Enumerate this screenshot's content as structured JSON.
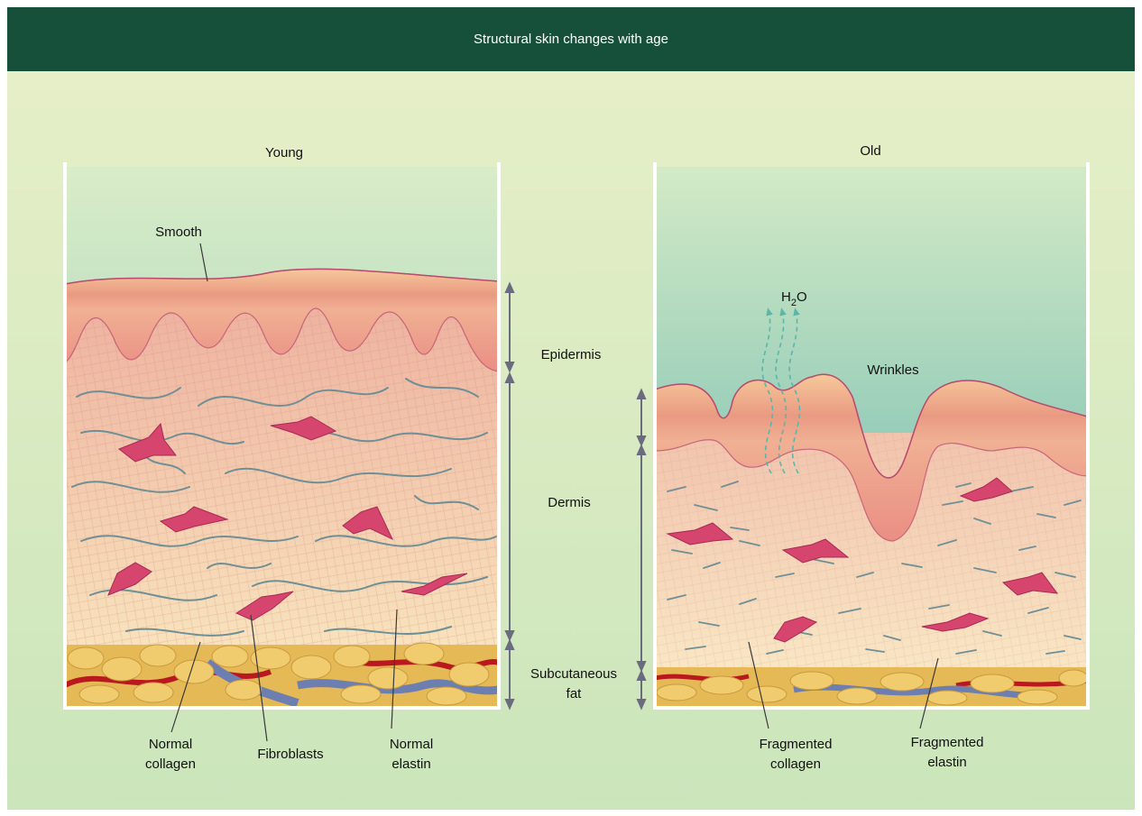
{
  "title": "Structural skin changes with age",
  "panels": {
    "young": {
      "label": "Young"
    },
    "old": {
      "label": "Old",
      "water": "H",
      "water_sub": "2",
      "water_tail": "O",
      "wrinkles": "Wrinkles"
    }
  },
  "labels": {
    "smooth": "Smooth",
    "epidermis": "Epidermis",
    "dermis": "Dermis",
    "subcutaneous_1": "Subcutaneous",
    "subcutaneous_2": "fat",
    "normal_collagen_1": "Normal",
    "normal_collagen_2": "collagen",
    "fibroblasts": "Fibroblasts",
    "normal_elastin_1": "Normal",
    "normal_elastin_2": "elastin",
    "fragmented_collagen_1": "Fragmented",
    "fragmented_collagen_2": "collagen",
    "fragmented_elastin_1": "Fragmented",
    "fragmented_elastin_2": "elastin"
  },
  "colors": {
    "header": "#17503a",
    "fibroblast": "#d6456e",
    "elastin": "#6f8f96",
    "fat": "#e8c15f",
    "vessel_red": "#b8181e",
    "vessel_blue": "#6d7fb0",
    "arrow": "#6b6b80"
  }
}
